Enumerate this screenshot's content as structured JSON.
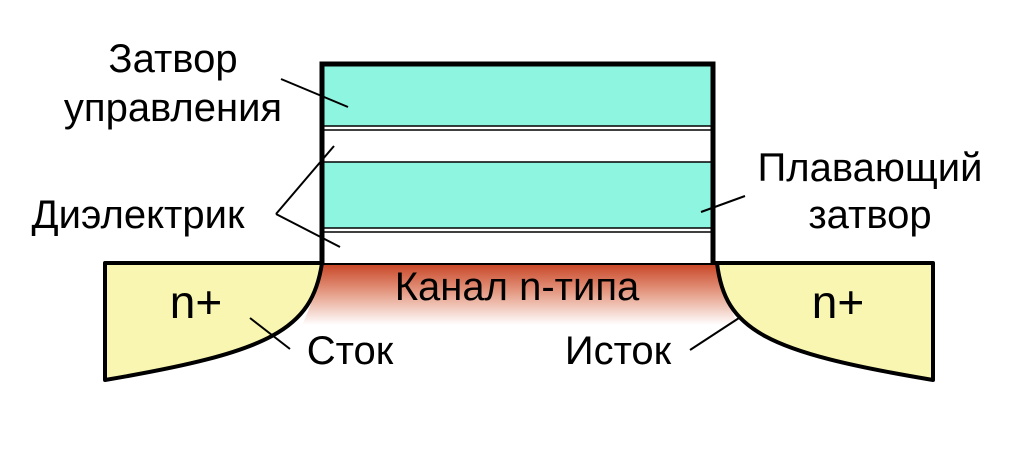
{
  "labels": {
    "control_gate": [
      "Затвор",
      "управления"
    ],
    "dielectric": "Диэлектрик",
    "floating_gate": [
      "Плавающий",
      "затвор"
    ],
    "channel": "Канал n-типа",
    "drain_region": "n+",
    "source_region": "n+",
    "drain": "Сток",
    "source": "Исток"
  },
  "colors": {
    "gate_fill": "#8ef5e0",
    "dielectric_fill": "#ffffff",
    "doped_region_fill": "#f8f6b0",
    "channel_top": "#c9492a",
    "channel_bottom": "#ffffff",
    "outline": "#000000"
  }
}
